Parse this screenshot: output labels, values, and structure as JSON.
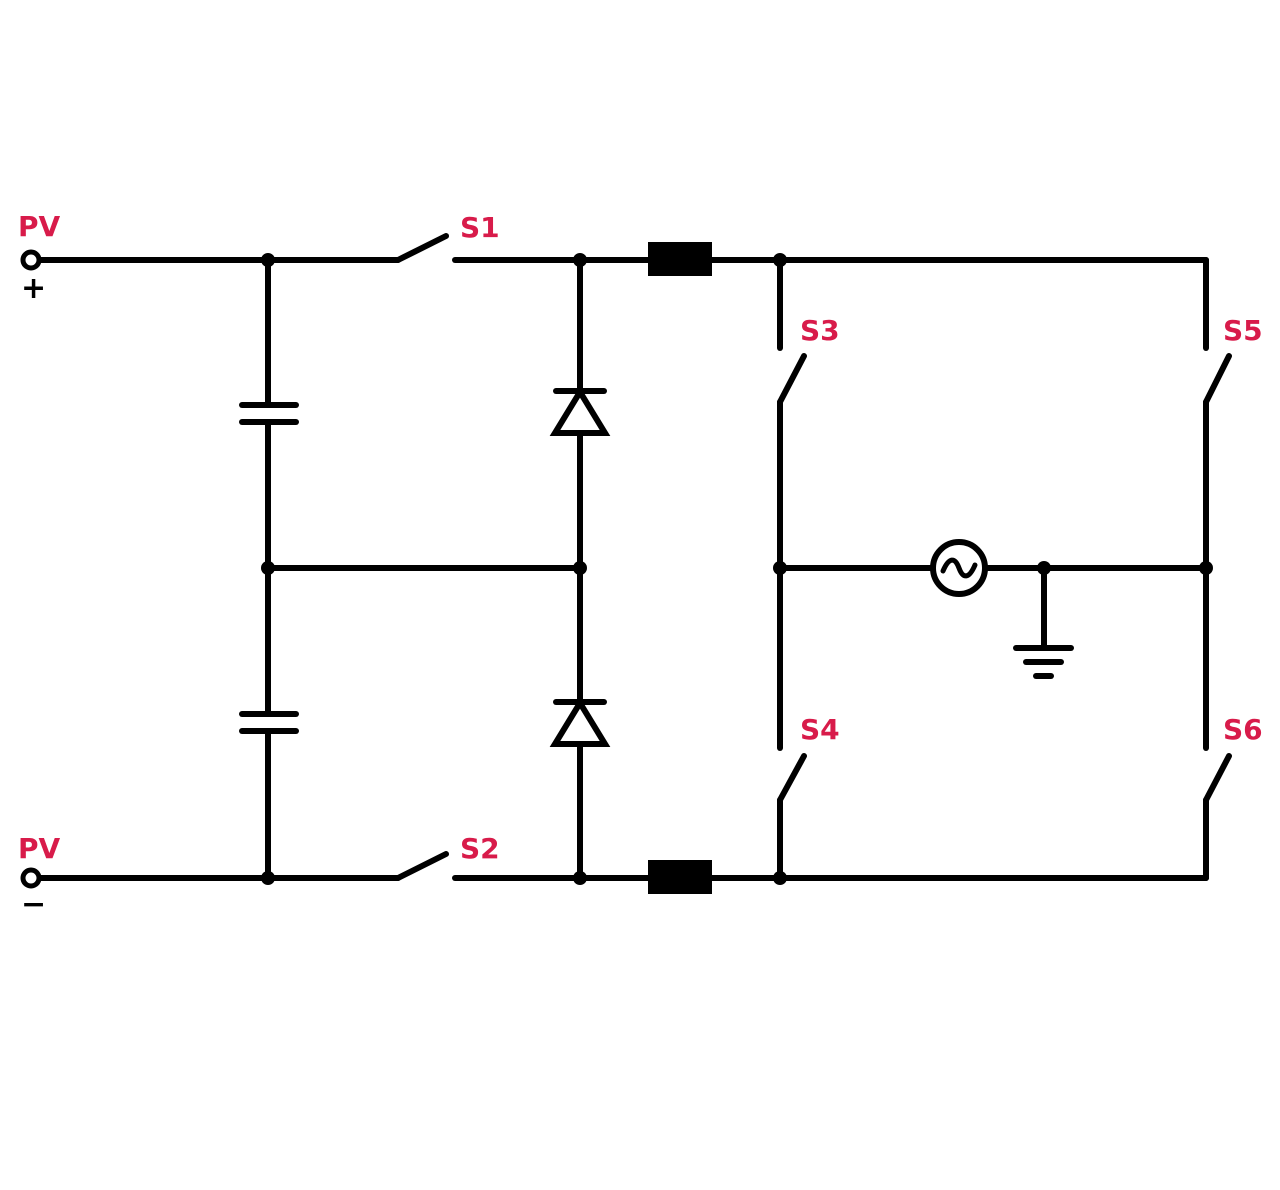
{
  "labels": {
    "pv_pos": "PV",
    "pv_pos_sign": "+",
    "pv_neg": "PV",
    "pv_neg_sign": "−",
    "s1": "S1",
    "s2": "S2",
    "s3": "S3",
    "s4": "S4",
    "s5": "S5",
    "s6": "S6"
  },
  "colors": {
    "label": "#d81b4a",
    "wire": "#000000"
  },
  "icons": {
    "ac_source": "ac-source-icon",
    "ground": "ground-icon"
  }
}
